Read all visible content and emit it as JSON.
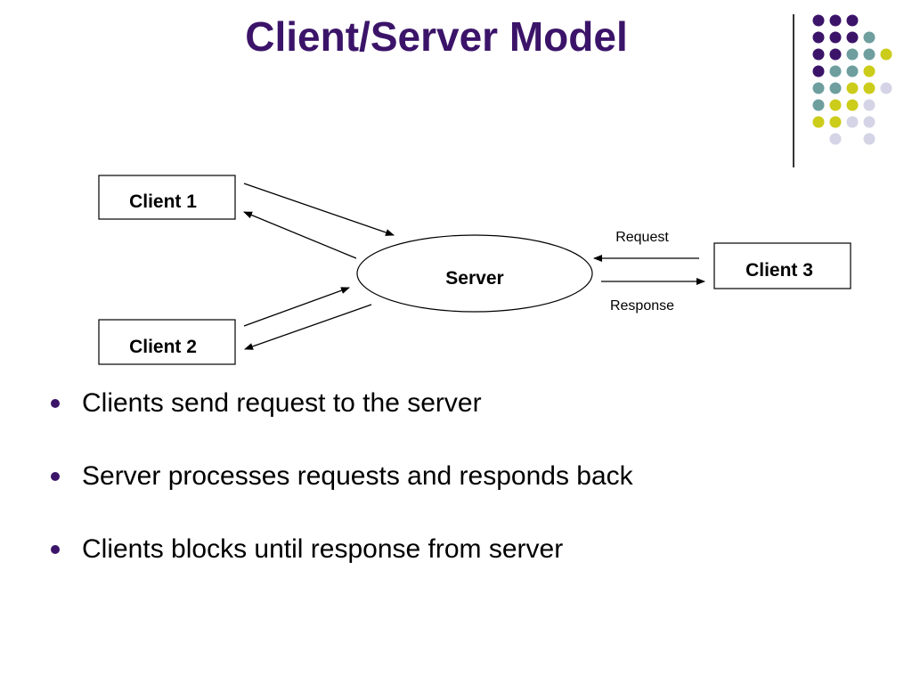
{
  "slide": {
    "title": "Client/Server Model"
  },
  "theme": {
    "title_color": "#3b1469",
    "dot_colors": {
      "purple": "#3b1469",
      "teal": "#6e9e9e",
      "yellow": "#cccc1a",
      "lavender": "#d4d4e6"
    }
  },
  "diagram": {
    "clients": [
      "Client 1",
      "Client 2",
      "Client 3"
    ],
    "server": "Server",
    "request_label": "Request",
    "response_label": "Response"
  },
  "bullets": [
    "Clients send request to the server",
    "Server processes requests and responds back",
    "Clients blocks until response from server"
  ]
}
